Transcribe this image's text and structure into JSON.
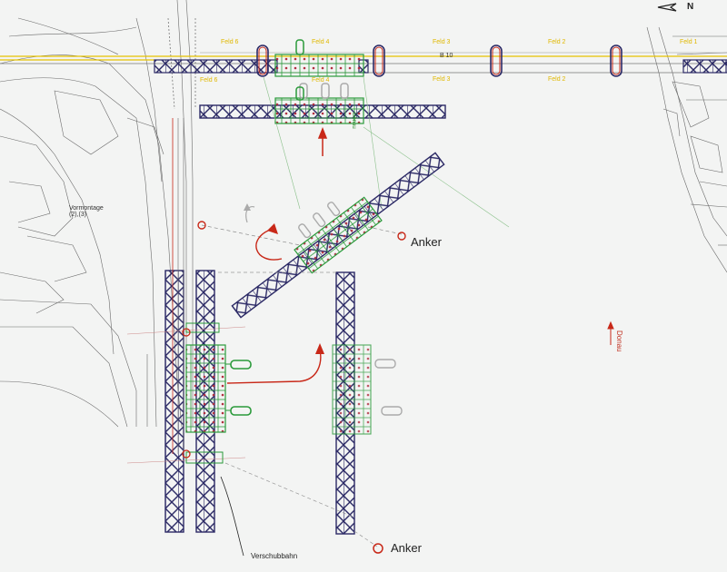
{
  "north_marker": "N",
  "spans_top": [
    "Feld 6",
    "Feld 4",
    "Feld 3",
    "Feld 2"
  ],
  "spans_lower": [
    "Feld 6",
    "Feld 4",
    "Feld 3",
    "Feld 2"
  ],
  "road_label": "B 10",
  "right_span_label": "Feld 1",
  "vormontage": "Vormontage\n(2),(3)",
  "anker_top": "Anker",
  "anker_bottom": "Anker",
  "verschubbahn": "Verschubbahn",
  "donau": "Donau",
  "donau_small": "Donau",
  "colors": {
    "truss": "#2c2a66",
    "barge": "#2a9a3a",
    "arrow": "#c82818",
    "yellow": "#e6c200",
    "line": "#555555"
  }
}
